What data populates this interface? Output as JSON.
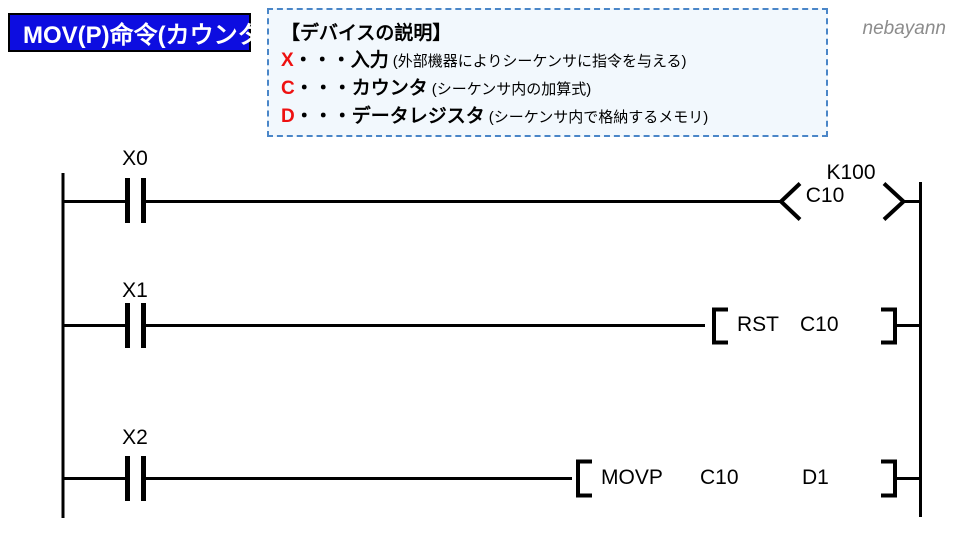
{
  "slide": {
    "title": "MOV(P)命令(カウンタ)",
    "watermark": "nebayann"
  },
  "legend": {
    "heading": "【デバイスの説明】",
    "items": [
      {
        "letter": "X",
        "dots": "・・・",
        "name": "入力",
        "desc": "(外部機器によりシーケンサに指令を与える)"
      },
      {
        "letter": "C",
        "dots": "・・・",
        "name": "カウンタ",
        "desc": "(シーケンサ内の加算式)"
      },
      {
        "letter": "D",
        "dots": "・・・",
        "name": "データレジスタ",
        "desc": "(シーケンサ内で格納するメモリ)"
      }
    ]
  },
  "ladder": {
    "rungs": [
      {
        "contact_label": "X0",
        "output": {
          "kind": "counter_coil",
          "preset": "K100",
          "operand": "C10"
        }
      },
      {
        "contact_label": "X1",
        "output": {
          "kind": "box_instruction",
          "opcode": "RST",
          "operand1": "C10"
        }
      },
      {
        "contact_label": "X2",
        "output": {
          "kind": "box_instruction",
          "opcode": "MOVP",
          "operand1": "C10",
          "operand2": "D1"
        }
      }
    ]
  },
  "colors": {
    "title_bg": "#0d0de0",
    "title_text": "#ffffff",
    "device_letter_red": "#ee1111",
    "legend_border_blue": "#4a86c8",
    "legend_bg": "#f2f8fd",
    "watermark_gray": "#8c8c8c",
    "line_black": "#000000"
  }
}
